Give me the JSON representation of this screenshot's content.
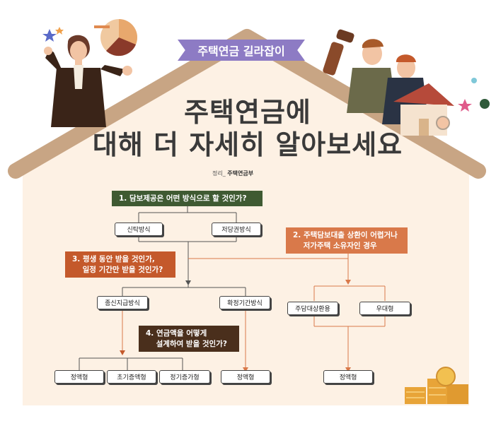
{
  "banner": "주택연금 길라잡이",
  "title": {
    "line1": "주택연금에",
    "line2": "대해 더 자세히 알아보세요"
  },
  "credit": {
    "prefix": "정리_",
    "name": "주택연금부"
  },
  "questions": {
    "q1": "1. 담보제공은 어떤 방식으로 할 것인가?",
    "q2": "2. 주택담보대출 상환이 어렵거나\n    저가주택 소유자인 경우",
    "q3": "3. 평생 동안 받을 것인가,\n    일정 기간만 받을 것인가?",
    "q4": "4. 연금액을 어떻게\n    설계하여 받을 것인가?"
  },
  "nodes": {
    "trust": "신탁방식",
    "mortgage": "저당권방식",
    "lifetime": "종신지급방식",
    "fixed_term": "확정기간방식",
    "loan_repay": "주담대상환용",
    "preferential": "우대형",
    "flat1": "정액형",
    "early_increase": "초기증액형",
    "periodic_increase": "정기증가형",
    "flat2": "정액형",
    "flat3": "정액형"
  },
  "colors": {
    "roof": "#c8a584",
    "wall": "#fdf1e4",
    "line_gray": "#555555",
    "line_orange": "#d9794a",
    "q_green": "#3f5a32",
    "q_orange": "#d9794a",
    "q_brown": "#c4592b",
    "q_dark": "#4a2f1c",
    "banner": "#8d7bc4"
  },
  "icons": [
    "woman-presenter",
    "pie-chart-icon",
    "star-icon",
    "two-men-with-telescope",
    "coin-stack-icon"
  ]
}
